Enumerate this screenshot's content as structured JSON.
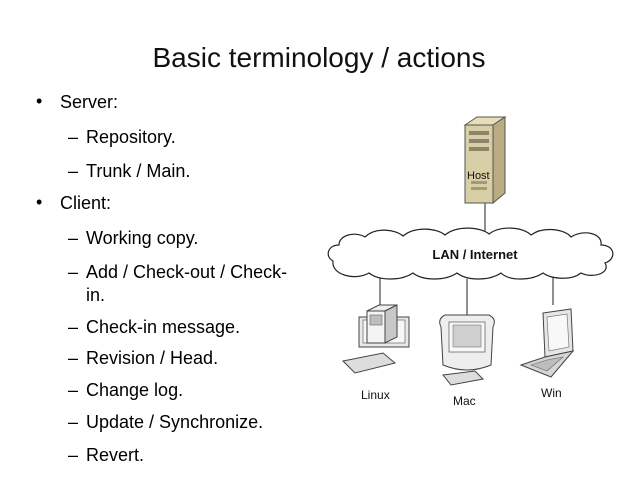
{
  "slide": {
    "title": "Basic terminology / actions",
    "bullet_glyph": "•",
    "dash_glyph": "–",
    "server": {
      "label": "Server:",
      "items": [
        "Repository.",
        "Trunk / Main."
      ]
    },
    "client": {
      "label": "Client:",
      "items": [
        "Working copy.",
        "Add / Check-out / Check-",
        "in.",
        "Check-in message.",
        "Revision / Head.",
        "Change log.",
        "Update / Synchronize.",
        "Revert."
      ]
    }
  },
  "diagram": {
    "host_label": "Host",
    "cloud_label": "LAN / Internet",
    "clients": [
      "Linux",
      "Mac",
      "Win"
    ]
  }
}
